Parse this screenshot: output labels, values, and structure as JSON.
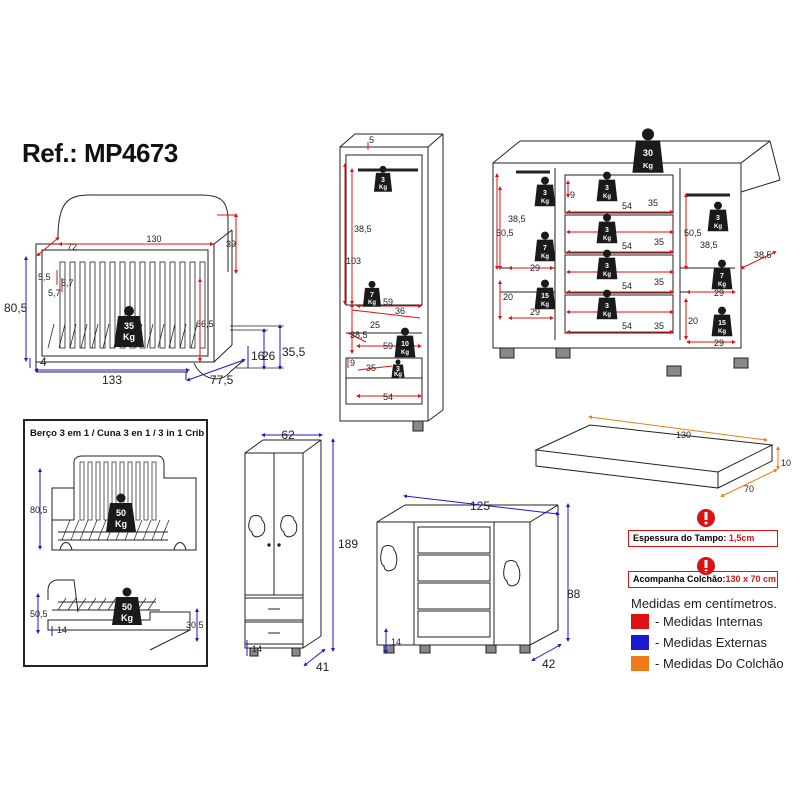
{
  "title": "Ref.: MP4673",
  "colors": {
    "internal": "#e01010",
    "external": "#1a1ad0",
    "mattress": "#f07a1a",
    "outline": "#222222"
  },
  "crib": {
    "w": "130",
    "d": "72",
    "h_gate": "39",
    "s1": "5,5",
    "s2": "5,7",
    "s3": "5,7",
    "inner_h": "66,5",
    "weight": "35",
    "unit": "Kg",
    "ext_h": "80,5",
    "ext_w": "133",
    "leg": "4",
    "ext_d": "77,5",
    "side_h1": "26",
    "side_h2": "35,5",
    "side_h3": "16"
  },
  "wardrobe_in": {
    "top": "5",
    "rod_h": "38,5",
    "rod_w": "3",
    "height": "103",
    "w1": "59",
    "w2": "36",
    "shelf_h": "25",
    "w3": "38,5",
    "w4": "59",
    "w5": "9",
    "w6": "35",
    "w7": "54",
    "wt_rod": "3",
    "wt_shelf": "7",
    "wt_drawer": "10",
    "wt_small": "3",
    "unit": "Kg"
  },
  "dresser_in": {
    "top_wt": "30",
    "unit": "Kg",
    "d1": "50,5",
    "d2": "38,5",
    "d3": "29",
    "d4": "20",
    "d5": "29",
    "d6": "9",
    "d7": "54",
    "d8": "35",
    "d9": "54",
    "d10": "35",
    "d11": "54",
    "d12": "35",
    "d13": "54",
    "d14": "35",
    "d15": "50,5",
    "d16": "38,5",
    "d17": "38,5",
    "d18": "29",
    "d19": "20",
    "d20": "29",
    "w3": "3",
    "w7": "7",
    "w15": "15"
  },
  "crib_3in1": {
    "title": "Berço 3 em 1 / Cuna 3 en 1 / 3 in 1 Crib",
    "h1": "80,5",
    "wt1": "50",
    "h2": "50,5",
    "h3": "30,5",
    "leg": "14",
    "wt2": "50",
    "unit": "Kg"
  },
  "wardrobe_ext": {
    "w": "62",
    "h": "189",
    "d": "41",
    "leg": "14"
  },
  "dresser_ext": {
    "w": "125",
    "h": "88",
    "d": "42",
    "leg": "14"
  },
  "mattress": {
    "w": "130",
    "d": "70",
    "h": "10"
  },
  "notes": {
    "top_label": "Espessura do Tampo:",
    "top_value": "1,5cm",
    "mat_label": "Acompanha Colchão:",
    "mat_value": "130 x 70 cm"
  },
  "legend": {
    "title": "Medidas em centímetros.",
    "items": [
      {
        "label": "- Medidas Internas",
        "color": "#e01010"
      },
      {
        "label": "- Medidas Externas",
        "color": "#1a1ad0"
      },
      {
        "label": "- Medidas Do Colchão",
        "color": "#f07a1a"
      }
    ]
  }
}
